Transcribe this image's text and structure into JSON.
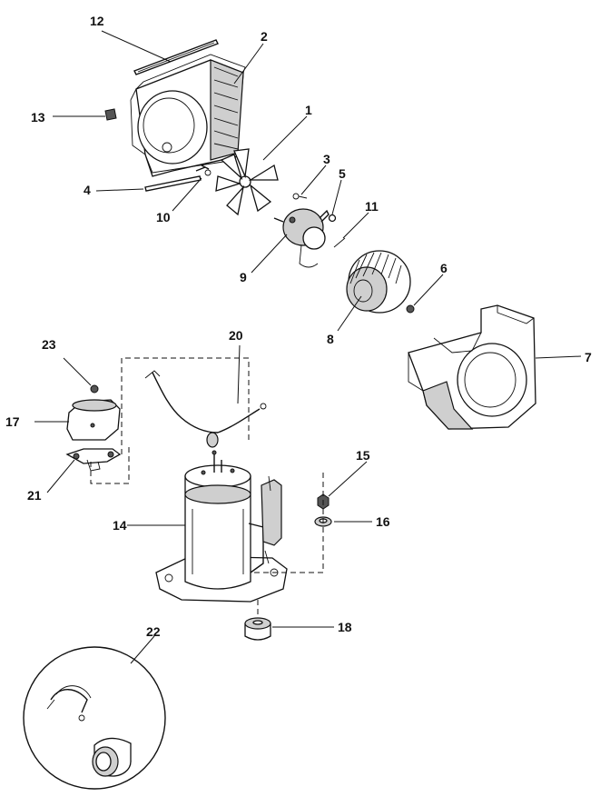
{
  "diagram": {
    "callouts": {
      "c1": "1",
      "c2": "2",
      "c3": "3",
      "c4": "4",
      "c5": "5",
      "c6": "6",
      "c7": "7",
      "c8": "8",
      "c9": "9",
      "c10": "10",
      "c11": "11",
      "c12": "12",
      "c13": "13",
      "c14": "14",
      "c15": "15",
      "c16": "16",
      "c17": "17",
      "c18": "18",
      "c20": "20",
      "c21": "21",
      "c22": "22",
      "c23": "23"
    }
  }
}
